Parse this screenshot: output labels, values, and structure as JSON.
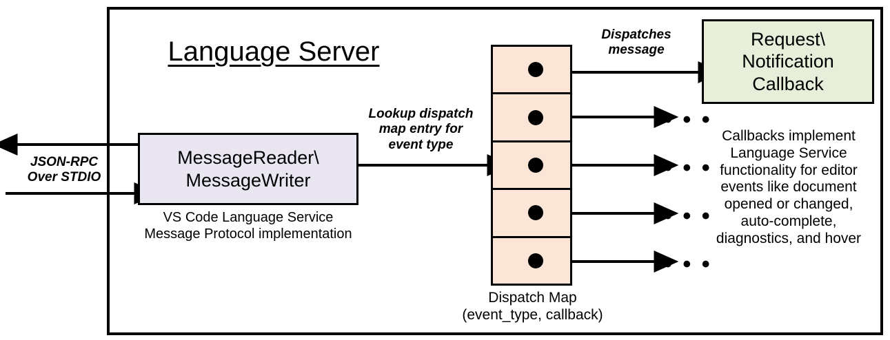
{
  "diagram": {
    "container": {
      "title": "Language Server"
    },
    "nodes": {
      "message_io": {
        "label": "MessageReader\\\nMessageWriter",
        "caption": "VS Code Language Service\nMessage Protocol implementation",
        "fill": "#EAE6F1",
        "stroke": "#000000"
      },
      "dispatch_map": {
        "caption": "Dispatch Map\n(event_type, callback)",
        "fill": "#FBE5D6",
        "stroke": "#000000",
        "row_count": 5,
        "rows": [
          {
            "dot": "dispatch-entry-dot"
          },
          {
            "dot": "dispatch-entry-dot"
          },
          {
            "dot": "dispatch-entry-dot"
          },
          {
            "dot": "dispatch-entry-dot"
          },
          {
            "dot": "dispatch-entry-dot"
          }
        ]
      },
      "callback": {
        "label": "Request\\\nNotification\nCallback",
        "caption": "Callbacks implement\nLanguage Service\nfunctionality for editor\nevents like document\nopened or changed,\nauto-complete,\ndiagnostics, and hover",
        "fill": "#E7EEDA",
        "stroke": "#000000"
      }
    },
    "edge_labels": {
      "jsonrpc": "JSON-RPC\nOver STDIO",
      "lookup": "Lookup dispatch\nmap entry for\nevent type",
      "dispatches": "Dispatches\nmessage"
    },
    "ellipses": [
      "• • •",
      "• • •",
      "• • •",
      "• • •"
    ],
    "colors": {
      "background": "#FFFFFF",
      "line": "#000000",
      "peach": "#FBE5D6",
      "lavender": "#EAE6F1",
      "green": "#E7EEDA"
    }
  }
}
